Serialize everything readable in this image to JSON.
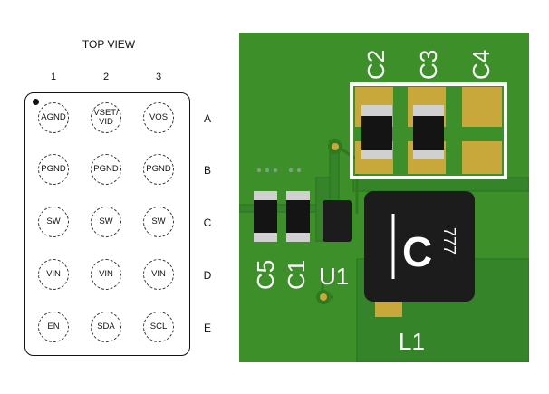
{
  "top_view": {
    "title": "TOP VIEW",
    "columns": [
      "1",
      "2",
      "3"
    ],
    "rows": [
      "A",
      "B",
      "C",
      "D",
      "E"
    ],
    "balls": [
      [
        "AGND",
        "VSET/\nVID",
        "VOS"
      ],
      [
        "PGND",
        "PGND",
        "PGND"
      ],
      [
        "SW",
        "SW",
        "SW"
      ],
      [
        "VIN",
        "VIN",
        "VIN"
      ],
      [
        "EN",
        "SDA",
        "SCL"
      ]
    ]
  },
  "layout": {
    "labels": {
      "c2": "C2",
      "c3": "C3",
      "c4": "C4",
      "c5": "C5",
      "c1": "C1",
      "u1": "U1",
      "l1": "L1",
      "inductor_logo": "C",
      "inductor_marking": "777"
    },
    "colors": {
      "board": "#3d8f2a",
      "copper": "#2f7a1f",
      "pad": "#c8a83a",
      "silkscreen": "#ffffff",
      "component": "#1c1c1c"
    }
  }
}
